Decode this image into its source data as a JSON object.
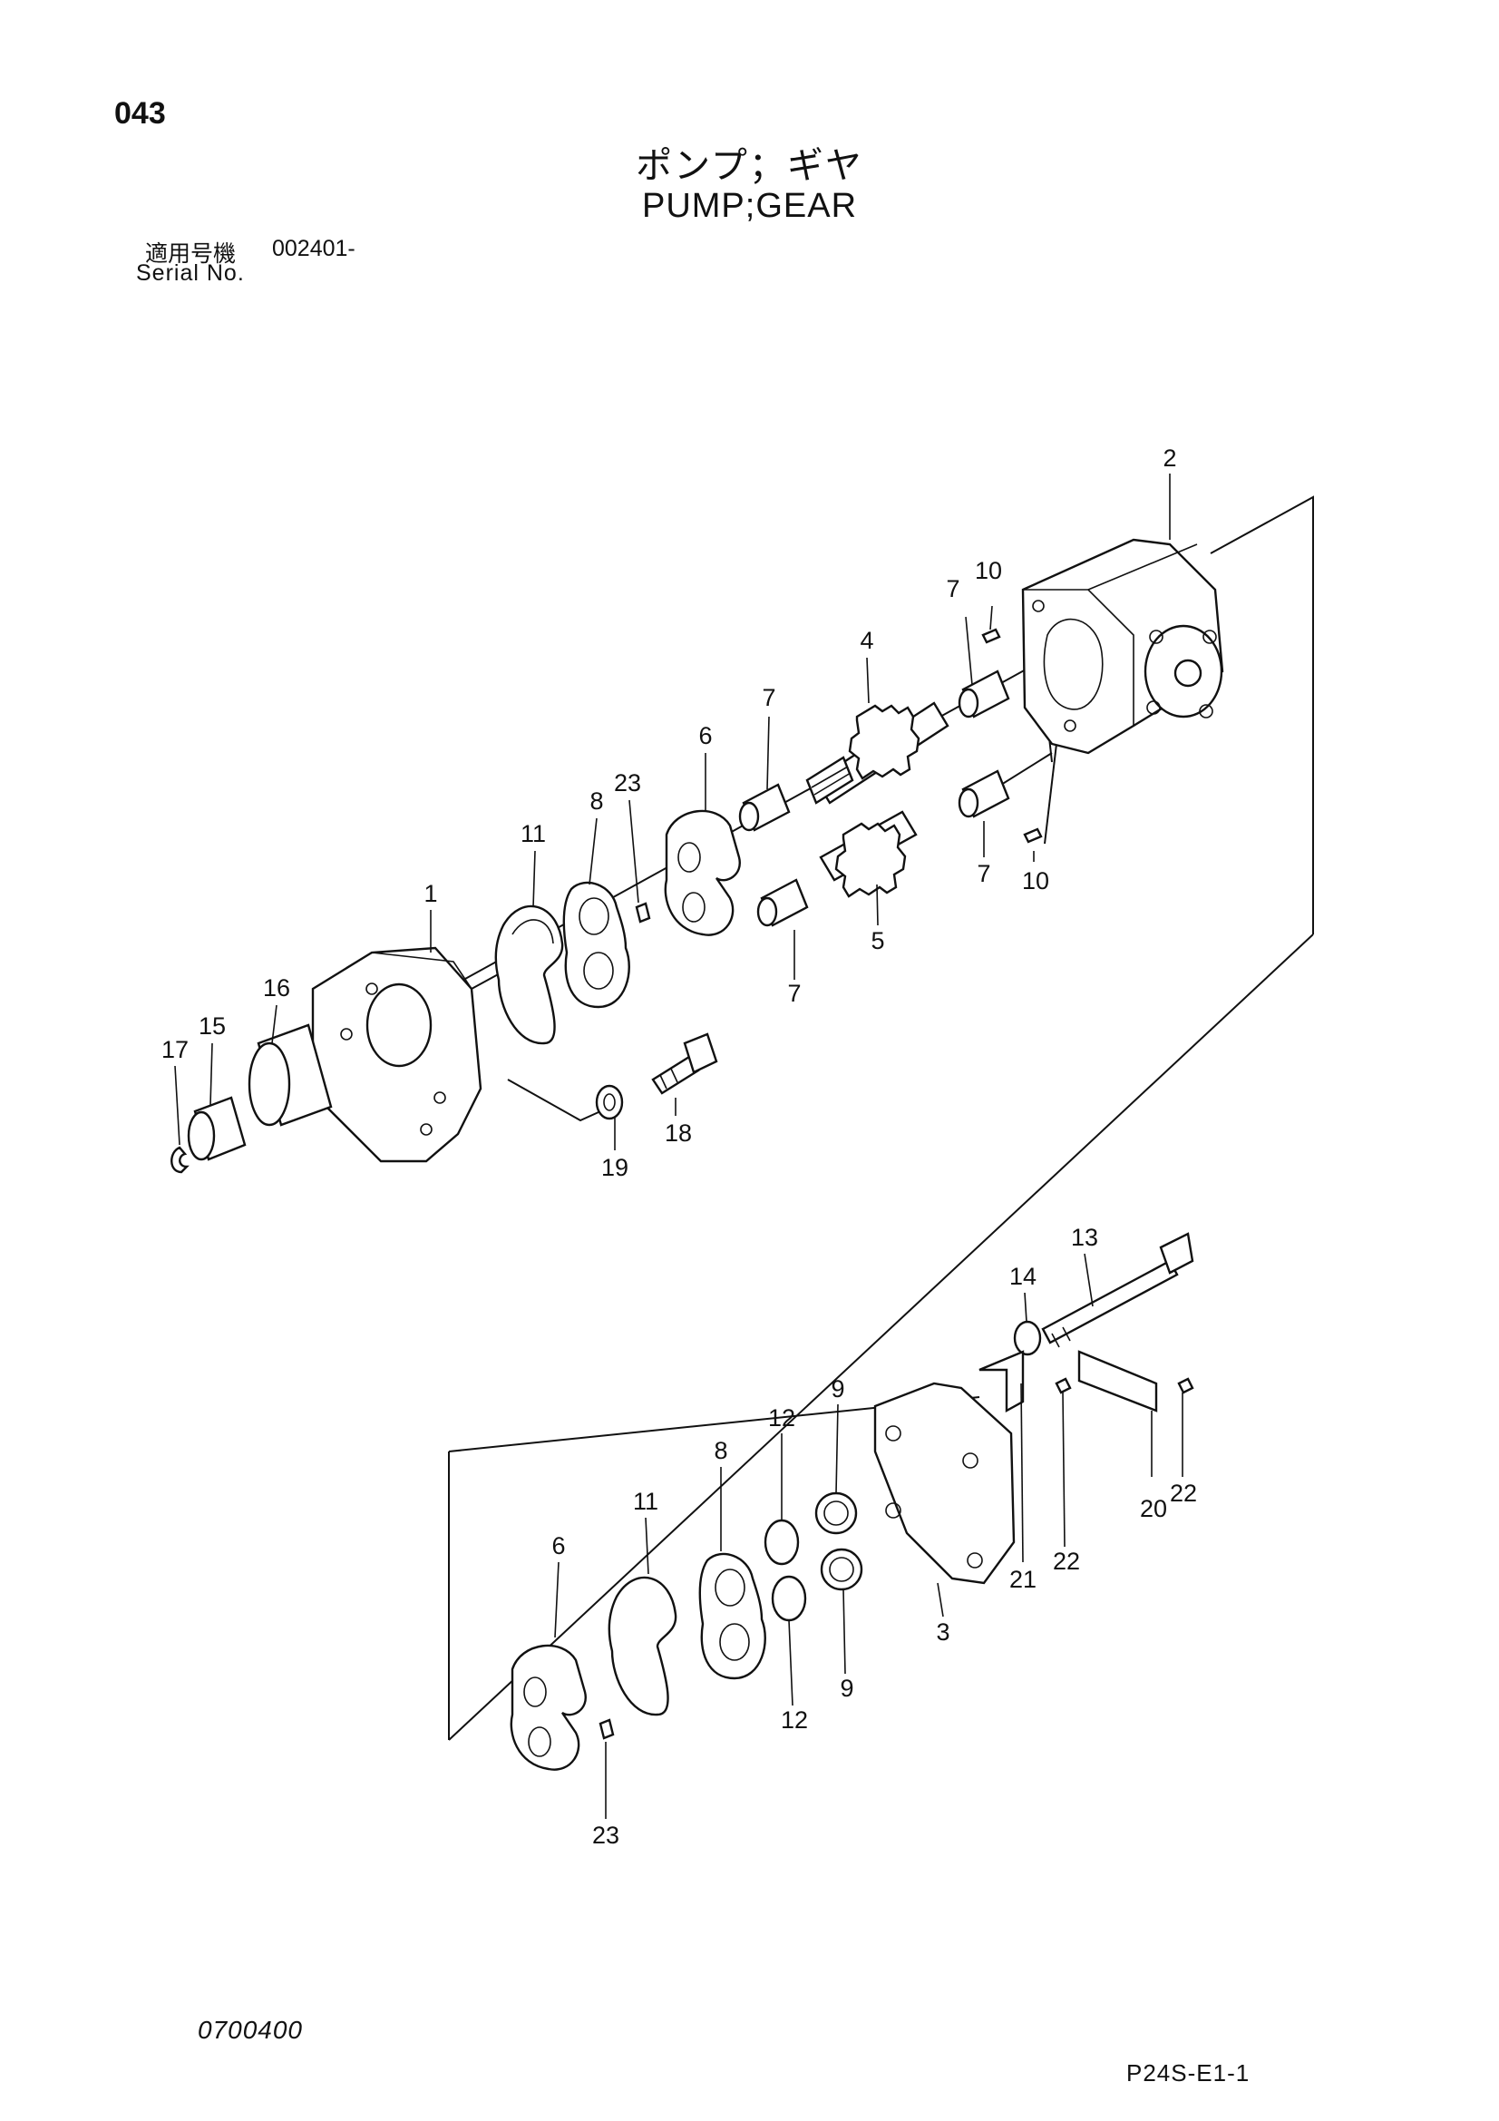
{
  "header": {
    "page_number": "043",
    "title_jp": "ポンプ；ギヤ",
    "title_en": "PUMP;GEAR",
    "serial_label_jp": "適用号機",
    "serial_value": "002401-",
    "serial_label_en": "Serial No."
  },
  "footer": {
    "doc_code": "0700400",
    "sheet_code": "P24S-E1-1"
  },
  "callouts": {
    "c1": "1",
    "c2": "2",
    "c3": "3",
    "c4": "4",
    "c5": "5",
    "c6a": "6",
    "c6b": "6",
    "c7a": "7",
    "c7b": "7",
    "c7c": "7",
    "c7d": "7",
    "c8a": "8",
    "c8b": "8",
    "c9a": "9",
    "c9b": "9",
    "c10a": "10",
    "c10b": "10",
    "c11a": "11",
    "c11b": "11",
    "c12a": "12",
    "c12b": "12",
    "c13": "13",
    "c14": "14",
    "c15": "15",
    "c16": "16",
    "c17": "17",
    "c18": "18",
    "c19": "19",
    "c20": "20",
    "c21": "21",
    "c22a": "22",
    "c22b": "22",
    "c23a": "23",
    "c23b": "23"
  }
}
